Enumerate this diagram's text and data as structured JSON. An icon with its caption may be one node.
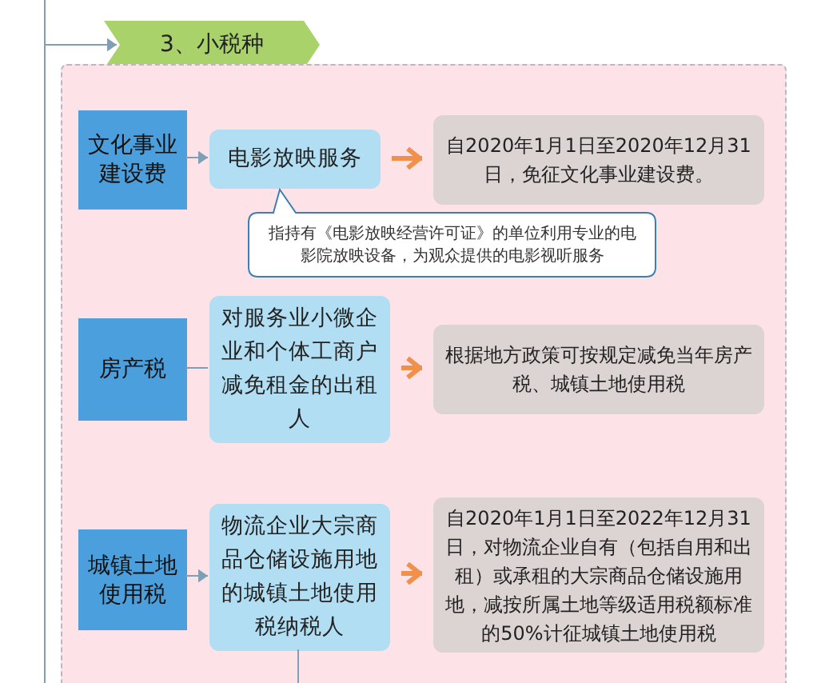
{
  "diagram": {
    "nodes": [
      {
        "text": [
          "3、小税种"
        ]
      },
      {
        "text": [],
        "shape": "box"
      },
      {
        "text": [
          "文化事业建设费"
        ],
        "in": 1
      },
      {
        "text": [
          "电影放映服务"
        ],
        "in": 1
      },
      {
        "text": [
          "自2020年1月1日至2020年12月31日，免征文化事业建设费。"
        ],
        "in": 1
      },
      {
        "text": [
          "指持有《电影放映经营许可证》的单位利用专业的电影院放映设备，为观众提供的电影视听服务"
        ],
        "in": 1
      },
      {
        "text": [
          "房产税"
        ],
        "in": 1
      },
      {
        "text": [
          "对服务业小微企业和个体工商户减免租金的出租人"
        ],
        "in": 1
      },
      {
        "text": [
          "根据地方政策可按规定减免当年房产税、城镇土地使用税"
        ],
        "in": 1
      },
      {
        "text": [
          "城镇土地使用税"
        ],
        "in": 1
      },
      {
        "text": [
          "物流企业大宗商品仓储设施用地的城镇土地使用税纳税人"
        ],
        "in": 1
      },
      {
        "text": [
          "自2020年1月1日至2022年12月31日，对物流企业自有（包括自用和出租）或承租的大宗商品仓储设施用地，减按所属土地等级适用税额标准的50%计征城镇土地使用税"
        ],
        "in": 1
      }
    ],
    "edges": [
      {
        "from": null,
        "to": 0,
        "arrow": "to"
      },
      {
        "from": 2,
        "to": 3,
        "arrow": "to"
      },
      {
        "from": 3,
        "to": 4,
        "arrow": "to",
        "style": "thick",
        "color": "#f0904a"
      },
      {
        "from": 6,
        "to": 7,
        "arrow": "none"
      },
      {
        "from": 7,
        "to": 8,
        "arrow": "to",
        "style": "thick",
        "color": "#f0904a"
      },
      {
        "from": 9,
        "to": 10,
        "arrow": "to"
      },
      {
        "from": 10,
        "to": 11,
        "arrow": "to",
        "style": "thick",
        "color": "#f0904a"
      },
      {
        "from": 10,
        "to": null,
        "arrow": "none"
      }
    ]
  }
}
